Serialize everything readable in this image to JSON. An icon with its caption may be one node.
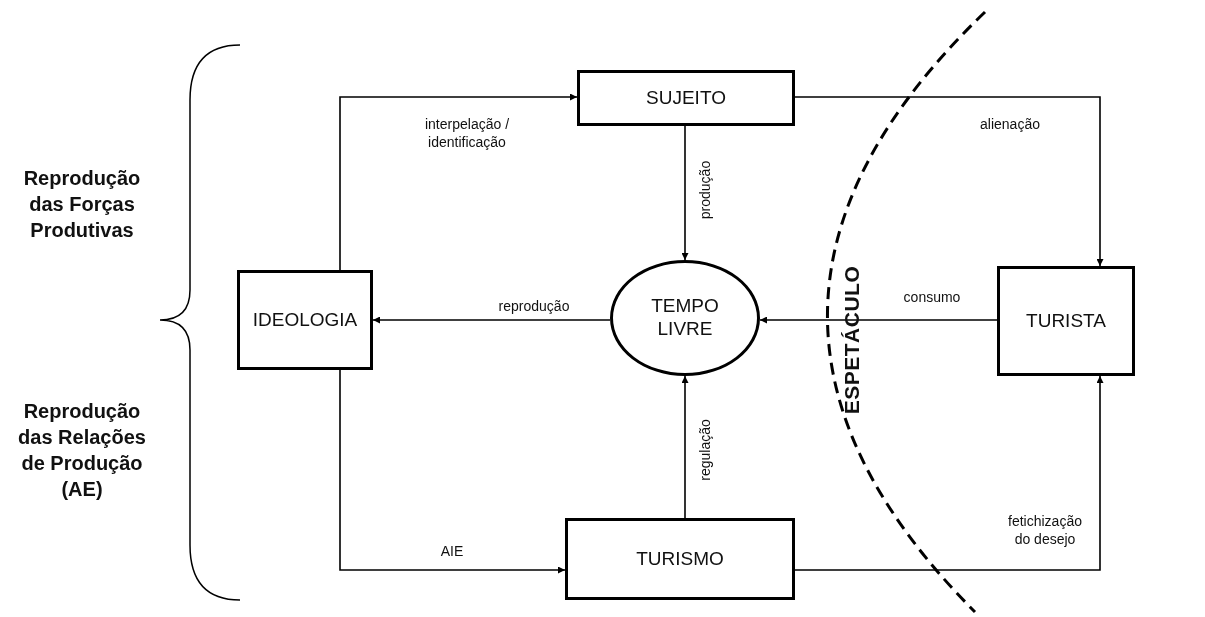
{
  "diagram": {
    "nodes": [
      {
        "text": [
          "SUJEITO"
        ]
      },
      {
        "text": [
          "IDEOLOGIA"
        ]
      },
      {
        "text": [
          "TEMPO LIVRE"
        ]
      },
      {
        "text": [
          "TURISTA"
        ]
      },
      {
        "text": [
          "TURISMO"
        ]
      }
    ],
    "edges": [
      {
        "from": 1,
        "to": 0,
        "arrow": "to",
        "label": "interpelação / identificação"
      },
      {
        "from": 0,
        "to": 2,
        "arrow": "to",
        "label": "produção"
      },
      {
        "from": 0,
        "to": 3,
        "arrow": "to",
        "label": "alienação"
      },
      {
        "from": 2,
        "to": 1,
        "arrow": "to",
        "label": "reprodução"
      },
      {
        "from": 3,
        "to": 2,
        "arrow": "to",
        "label": "consumo"
      },
      {
        "from": 1,
        "to": 4,
        "arrow": "to",
        "label": "AIE"
      },
      {
        "from": 4,
        "to": 2,
        "arrow": "to",
        "label": "regulação"
      },
      {
        "from": 4,
        "to": 3,
        "arrow": "to",
        "label": "fetichização do desejo"
      }
    ],
    "labels": [
      "Reprodução das Forças Produtivas",
      "Reprodução das Relações de Produção (AE)",
      "ESPETÁCULO"
    ]
  }
}
